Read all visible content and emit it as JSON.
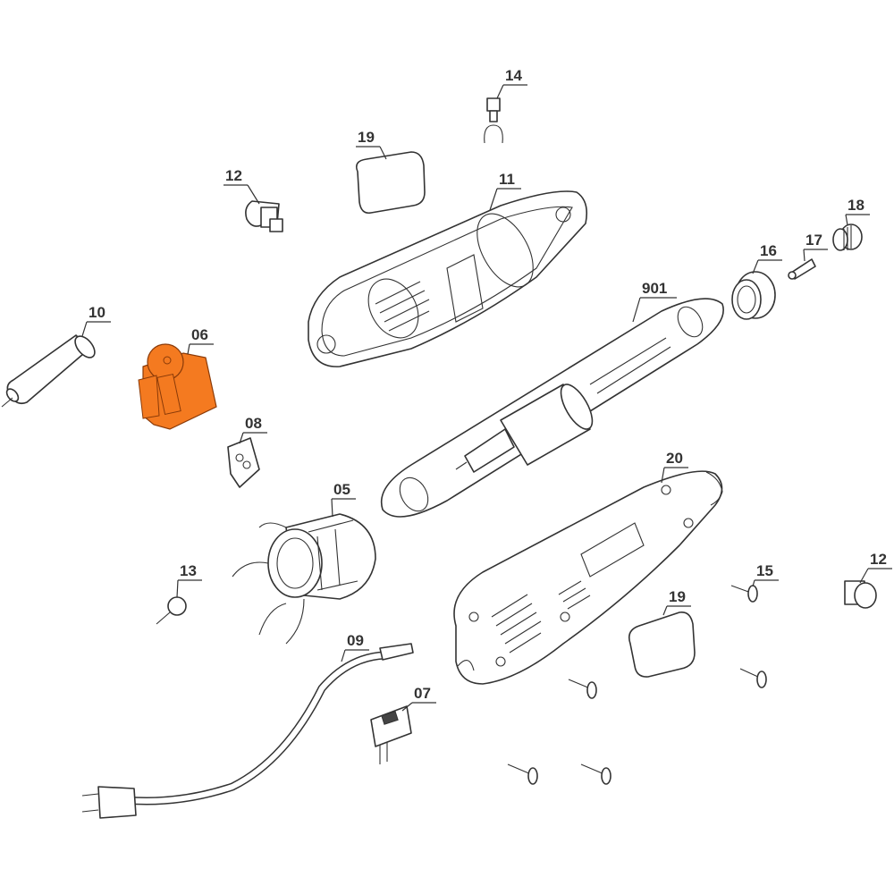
{
  "diagram": {
    "type": "exploded-parts-diagram",
    "highlight_color": "#F47A20",
    "highlighted_part": "06",
    "parts": [
      {
        "label": "14"
      },
      {
        "label": "19"
      },
      {
        "label": "12"
      },
      {
        "label": "11"
      },
      {
        "label": "18"
      },
      {
        "label": "17"
      },
      {
        "label": "16"
      },
      {
        "label": "901"
      },
      {
        "label": "10"
      },
      {
        "label": "06"
      },
      {
        "label": "08"
      },
      {
        "label": "05"
      },
      {
        "label": "20"
      },
      {
        "label": "13"
      },
      {
        "label": "15"
      },
      {
        "label": "12"
      },
      {
        "label": "19"
      },
      {
        "label": "09"
      },
      {
        "label": "07"
      }
    ]
  }
}
